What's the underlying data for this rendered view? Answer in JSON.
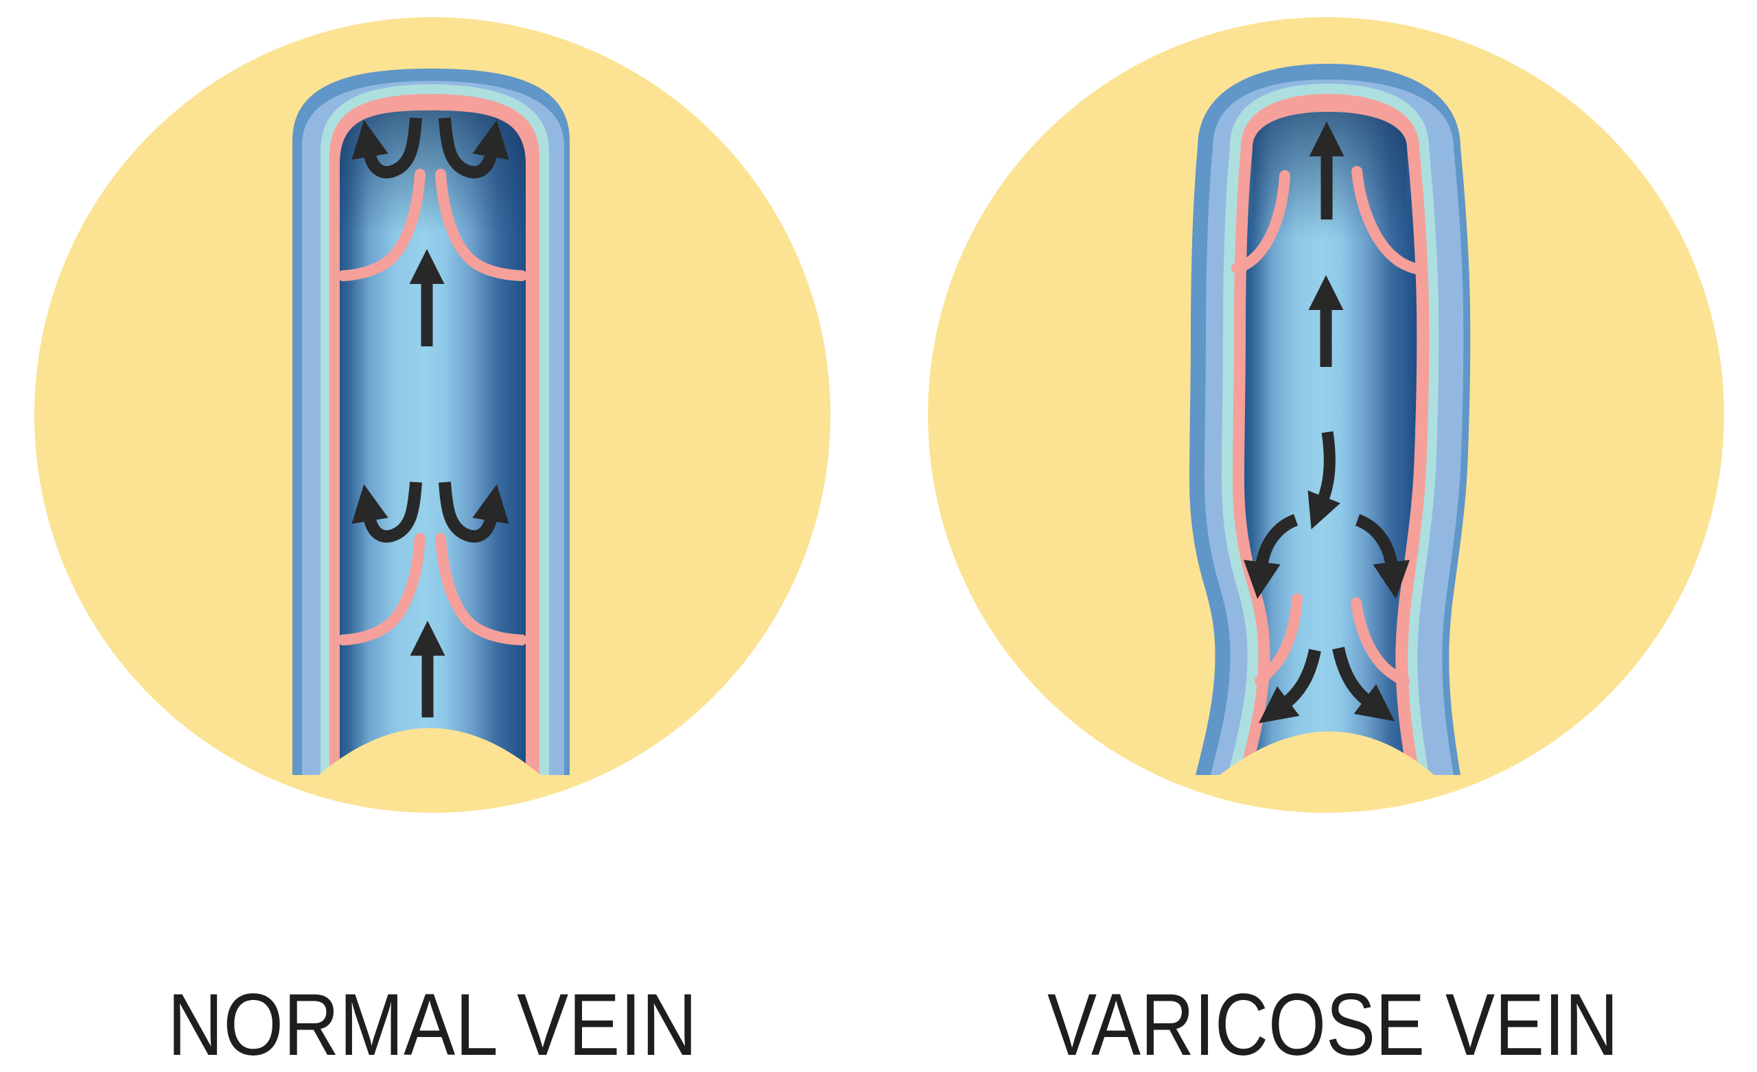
{
  "figure": {
    "title": "Normal vein vs varicose vein comparison illustration",
    "background_color": "#FFFFFF"
  },
  "labels": {
    "normal": "NORMAL VEIN",
    "varicose": "VARICOSE VEIN"
  },
  "colors": {
    "circle_background": "#FBE393",
    "vein_outer_wall": "#6096C8",
    "vein_wall_cut_surface": "#92B8E2",
    "vein_inner_lining": "#AEDFDF",
    "valve_tissue": "#F5A09A",
    "lumen_dark": "#1F4E85",
    "lumen_mid": "#6FA5CF",
    "lumen_light": "#97D0EB",
    "flow_arrow": "#282828",
    "label_text": "#1E1E1E"
  },
  "panels": [
    {
      "id": "normal-vein",
      "label": "NORMAL VEIN",
      "valves": 2,
      "valve_state": "flaps meet in the middle (closed funnel)",
      "flow": "straight arrows point upward; curved arrows swirl up through each valve opening"
    },
    {
      "id": "varicose-vein",
      "label": "VARICOSE VEIN",
      "valves": 2,
      "valve_state": "flaps hang open with a wide gap (leaky)",
      "flow": "upward arrows at top, then a downward arrow and curved backflow arrows spilling down through the open valve"
    }
  ]
}
